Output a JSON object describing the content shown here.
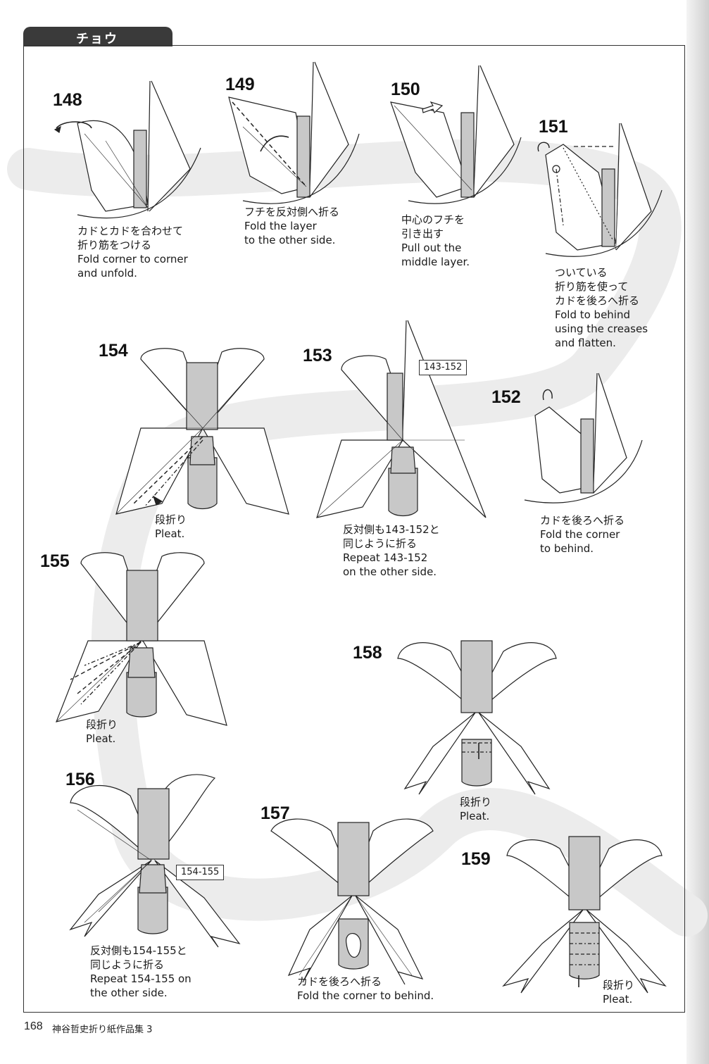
{
  "header": {
    "section_title": "チョウ"
  },
  "footer": {
    "page_number": "168",
    "book_title": "神谷哲史折り紙作品集 3"
  },
  "steps": {
    "s148": {
      "number": "148",
      "caption_lines": [
        "カドとカドを合わせて",
        "折り筋をつける",
        "Fold corner to corner",
        "and unfold."
      ]
    },
    "s149": {
      "number": "149",
      "caption_lines": [
        "フチを反対側へ折る",
        "Fold the layer",
        "to the other side."
      ]
    },
    "s150": {
      "number": "150",
      "caption_lines": [
        "中心のフチを",
        "引き出す",
        "Pull out the",
        "middle layer."
      ]
    },
    "s151": {
      "number": "151",
      "caption_lines": [
        "ついている",
        "折り筋を使って",
        "カドを後ろへ折る",
        "Fold to behind",
        "using the creases",
        "and flatten."
      ]
    },
    "s152": {
      "number": "152",
      "caption_lines": [
        "カドを後ろへ折る",
        "Fold the corner",
        "to behind."
      ]
    },
    "s153": {
      "number": "153",
      "ref": "143-152",
      "caption_lines": [
        "反対側も143-152と",
        "同じように折る",
        "Repeat 143-152",
        "on the other side."
      ]
    },
    "s154": {
      "number": "154",
      "caption_lines": [
        "段折り",
        "Pleat."
      ]
    },
    "s155": {
      "number": "155",
      "caption_lines": [
        "段折り",
        "Pleat."
      ]
    },
    "s156": {
      "number": "156",
      "ref": "154-155",
      "caption_lines": [
        "反対側も154-155と",
        "同じように折る",
        "Repeat 154-155 on",
        "the other side."
      ]
    },
    "s157": {
      "number": "157",
      "caption_lines": [
        "カドを後ろへ折る",
        "Fold the corner to behind."
      ]
    },
    "s158": {
      "number": "158",
      "caption_lines": [
        "段折り",
        "Pleat."
      ]
    },
    "s159": {
      "number": "159",
      "caption_lines": [
        "段折り",
        "Pleat."
      ]
    }
  },
  "colors": {
    "gray_fill": "#c8c8c8",
    "line": "#222222",
    "swirl": "#ececec"
  }
}
